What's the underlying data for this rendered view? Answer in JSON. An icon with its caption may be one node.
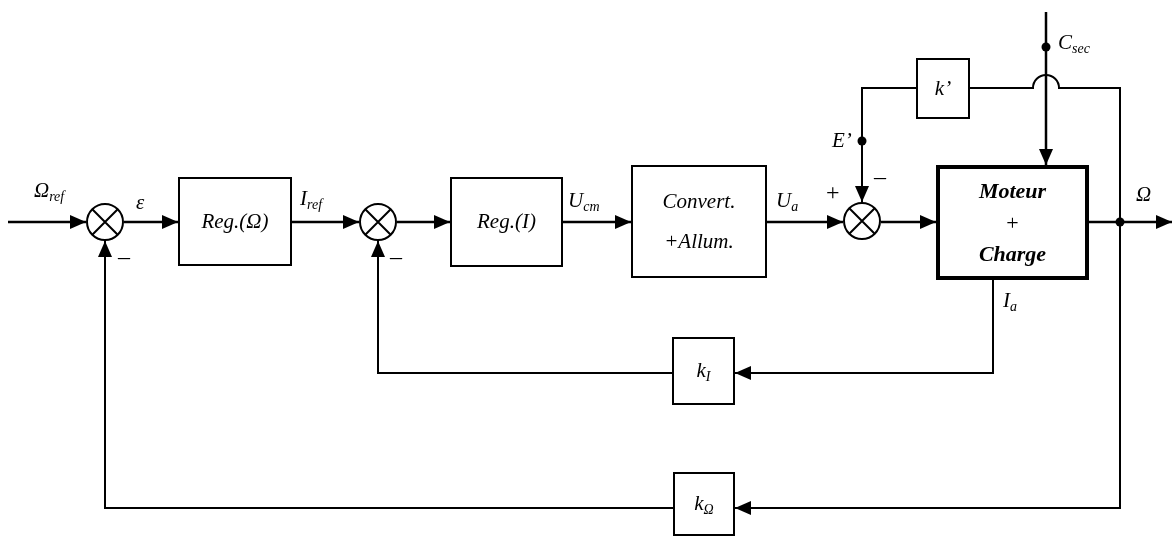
{
  "diagram": {
    "nodes": [
      {
        "text": [],
        "shape": "circle"
      },
      {
        "text": [
          "Reg.(Ω)"
        ]
      },
      {
        "text": [],
        "shape": "circle"
      },
      {
        "text": [
          "Reg.(I)"
        ]
      },
      {
        "text": [
          "Convert. +Allum."
        ]
      },
      {
        "text": [],
        "shape": "circle"
      },
      {
        "text": [
          "**Moteur** + **Charge**"
        ]
      },
      {
        "text": [
          "k’"
        ]
      },
      {
        "text": [
          "k$_{I}$"
        ]
      },
      {
        "text": [
          "k$_{Ω}$"
        ]
      }
    ],
    "edges": [
      {
        "from": null,
        "to": 0,
        "arrow": "to",
        "label": "Ω$_{ref}$"
      },
      {
        "from": 0,
        "to": 1,
        "arrow": "to",
        "label": "ε"
      },
      {
        "from": 1,
        "to": 2,
        "arrow": "to",
        "label": "I$_{ref}$"
      },
      {
        "from": 2,
        "to": 3,
        "arrow": "to"
      },
      {
        "from": 3,
        "to": 4,
        "arrow": "to",
        "label": "U$_{cm}$"
      },
      {
        "from": 4,
        "to": 5,
        "arrow": "to",
        "label": "U$_{a}$"
      },
      {
        "from": 5,
        "to": 6,
        "arrow": "to"
      },
      {
        "from": 6,
        "to": null,
        "arrow": "to",
        "label": "Ω"
      },
      {
        "from": 6,
        "to": 8,
        "arrow": "to",
        "label": "I$_{a}$"
      },
      {
        "from": 8,
        "to": 2,
        "arrow": "to"
      },
      {
        "from": 6,
        "to": 9,
        "arrow": "to"
      },
      {
        "from": 9,
        "to": 0,
        "arrow": "to"
      },
      {
        "from": 6,
        "to": 7,
        "arrow": "none"
      },
      {
        "from": 7,
        "to": 5,
        "arrow": "to",
        "label": "E’"
      },
      {
        "from": null,
        "to": 6,
        "arrow": "to",
        "label": "C$_{sec}$"
      }
    ],
    "labels": [
      "–",
      "+",
      "–",
      "–"
    ]
  }
}
